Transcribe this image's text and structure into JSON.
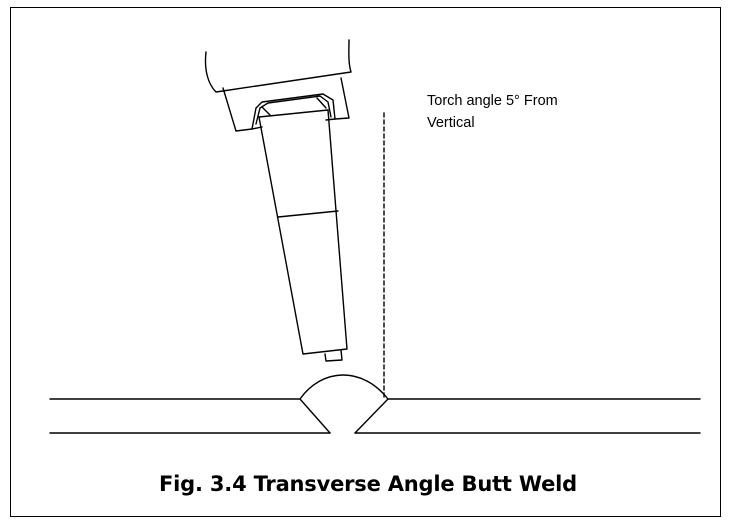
{
  "annotation": {
    "line1": "Torch angle 5° From",
    "line2": "Vertical"
  },
  "caption": "Fig. 3.4  Transverse Angle Butt Weld",
  "colors": {
    "line": "#000000",
    "background": "#ffffff"
  }
}
